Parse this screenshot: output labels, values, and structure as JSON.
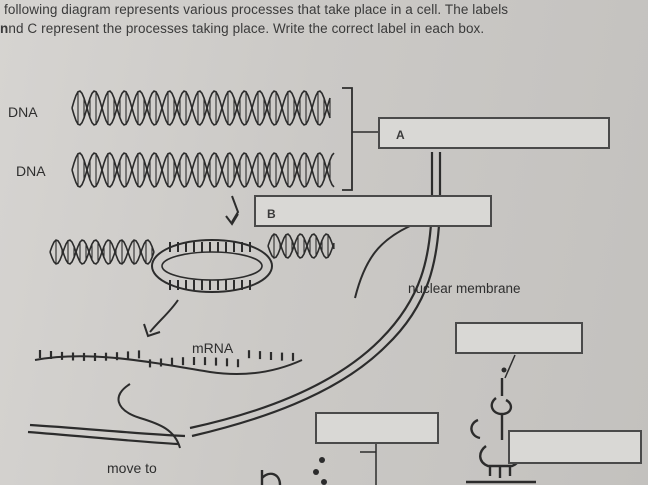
{
  "instructions": {
    "line1": "following diagram represents various processes that take place in a cell. The labels",
    "line2": "nd C represent the processes taking place.  Write the correct label in each box."
  },
  "labels": {
    "dna_top": "DNA",
    "dna_bottom": "DNA",
    "box_a": "A",
    "box_b": "B",
    "mrna": "mRNA",
    "nuclear_membrane": "nuclear membrane",
    "move_to": "move to"
  },
  "answer_boxes": {
    "a": "",
    "b": "",
    "c": "",
    "d": "",
    "e": ""
  }
}
